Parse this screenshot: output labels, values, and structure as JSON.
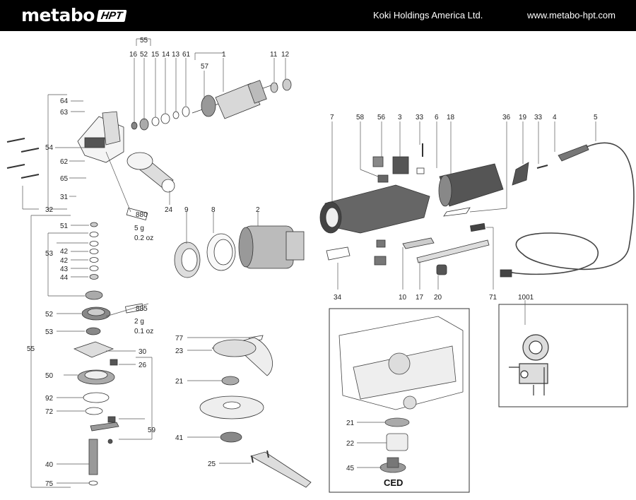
{
  "header": {
    "brand": "metabo",
    "brand_badge": "HPT",
    "company": "Koki Holdings America Ltd.",
    "website": "www.metabo-hpt.com"
  },
  "callouts": {
    "c55": "55",
    "c16": "16",
    "c52": "52",
    "c15": "15",
    "c14": "14",
    "c13": "13",
    "c61": "61",
    "c1": "1",
    "c57": "57",
    "c11": "11",
    "c12": "12",
    "c64": "64",
    "c63": "63",
    "c54": "54",
    "c62": "62",
    "c65": "65",
    "c31": "31",
    "c32": "32",
    "c24": "24",
    "c7": "7",
    "c58": "58",
    "c56": "56",
    "c3": "3",
    "c33": "33",
    "c6": "6",
    "c18": "18",
    "c36": "36",
    "c19": "19",
    "c33b": "33",
    "c4": "4",
    "c5": "5",
    "c9": "9",
    "c8": "8",
    "c2": "2",
    "c34": "34",
    "c10": "10",
    "c17": "17",
    "c20": "20",
    "c71": "71",
    "c1001": "1001",
    "c51": "51",
    "c53": "53",
    "c42a": "42",
    "c42b": "42",
    "c43": "43",
    "c44": "44",
    "c52b": "52",
    "c53b": "53",
    "c55b": "55",
    "c30": "30",
    "c26": "26",
    "c50": "50",
    "c92": "92",
    "c72": "72",
    "c59": "59",
    "c40": "40",
    "c75": "75",
    "c77": "77",
    "c23": "23",
    "c21": "21",
    "c41": "41",
    "c25": "25",
    "c21b": "21",
    "c22": "22",
    "c45": "45"
  },
  "notes": {
    "grease1_code": "880",
    "grease1_weight": "5 g",
    "grease1_oz": "0.2 oz",
    "grease2_code": "885",
    "grease2_weight": "2 g",
    "grease2_oz": "0.1 oz",
    "ced": "CED"
  }
}
